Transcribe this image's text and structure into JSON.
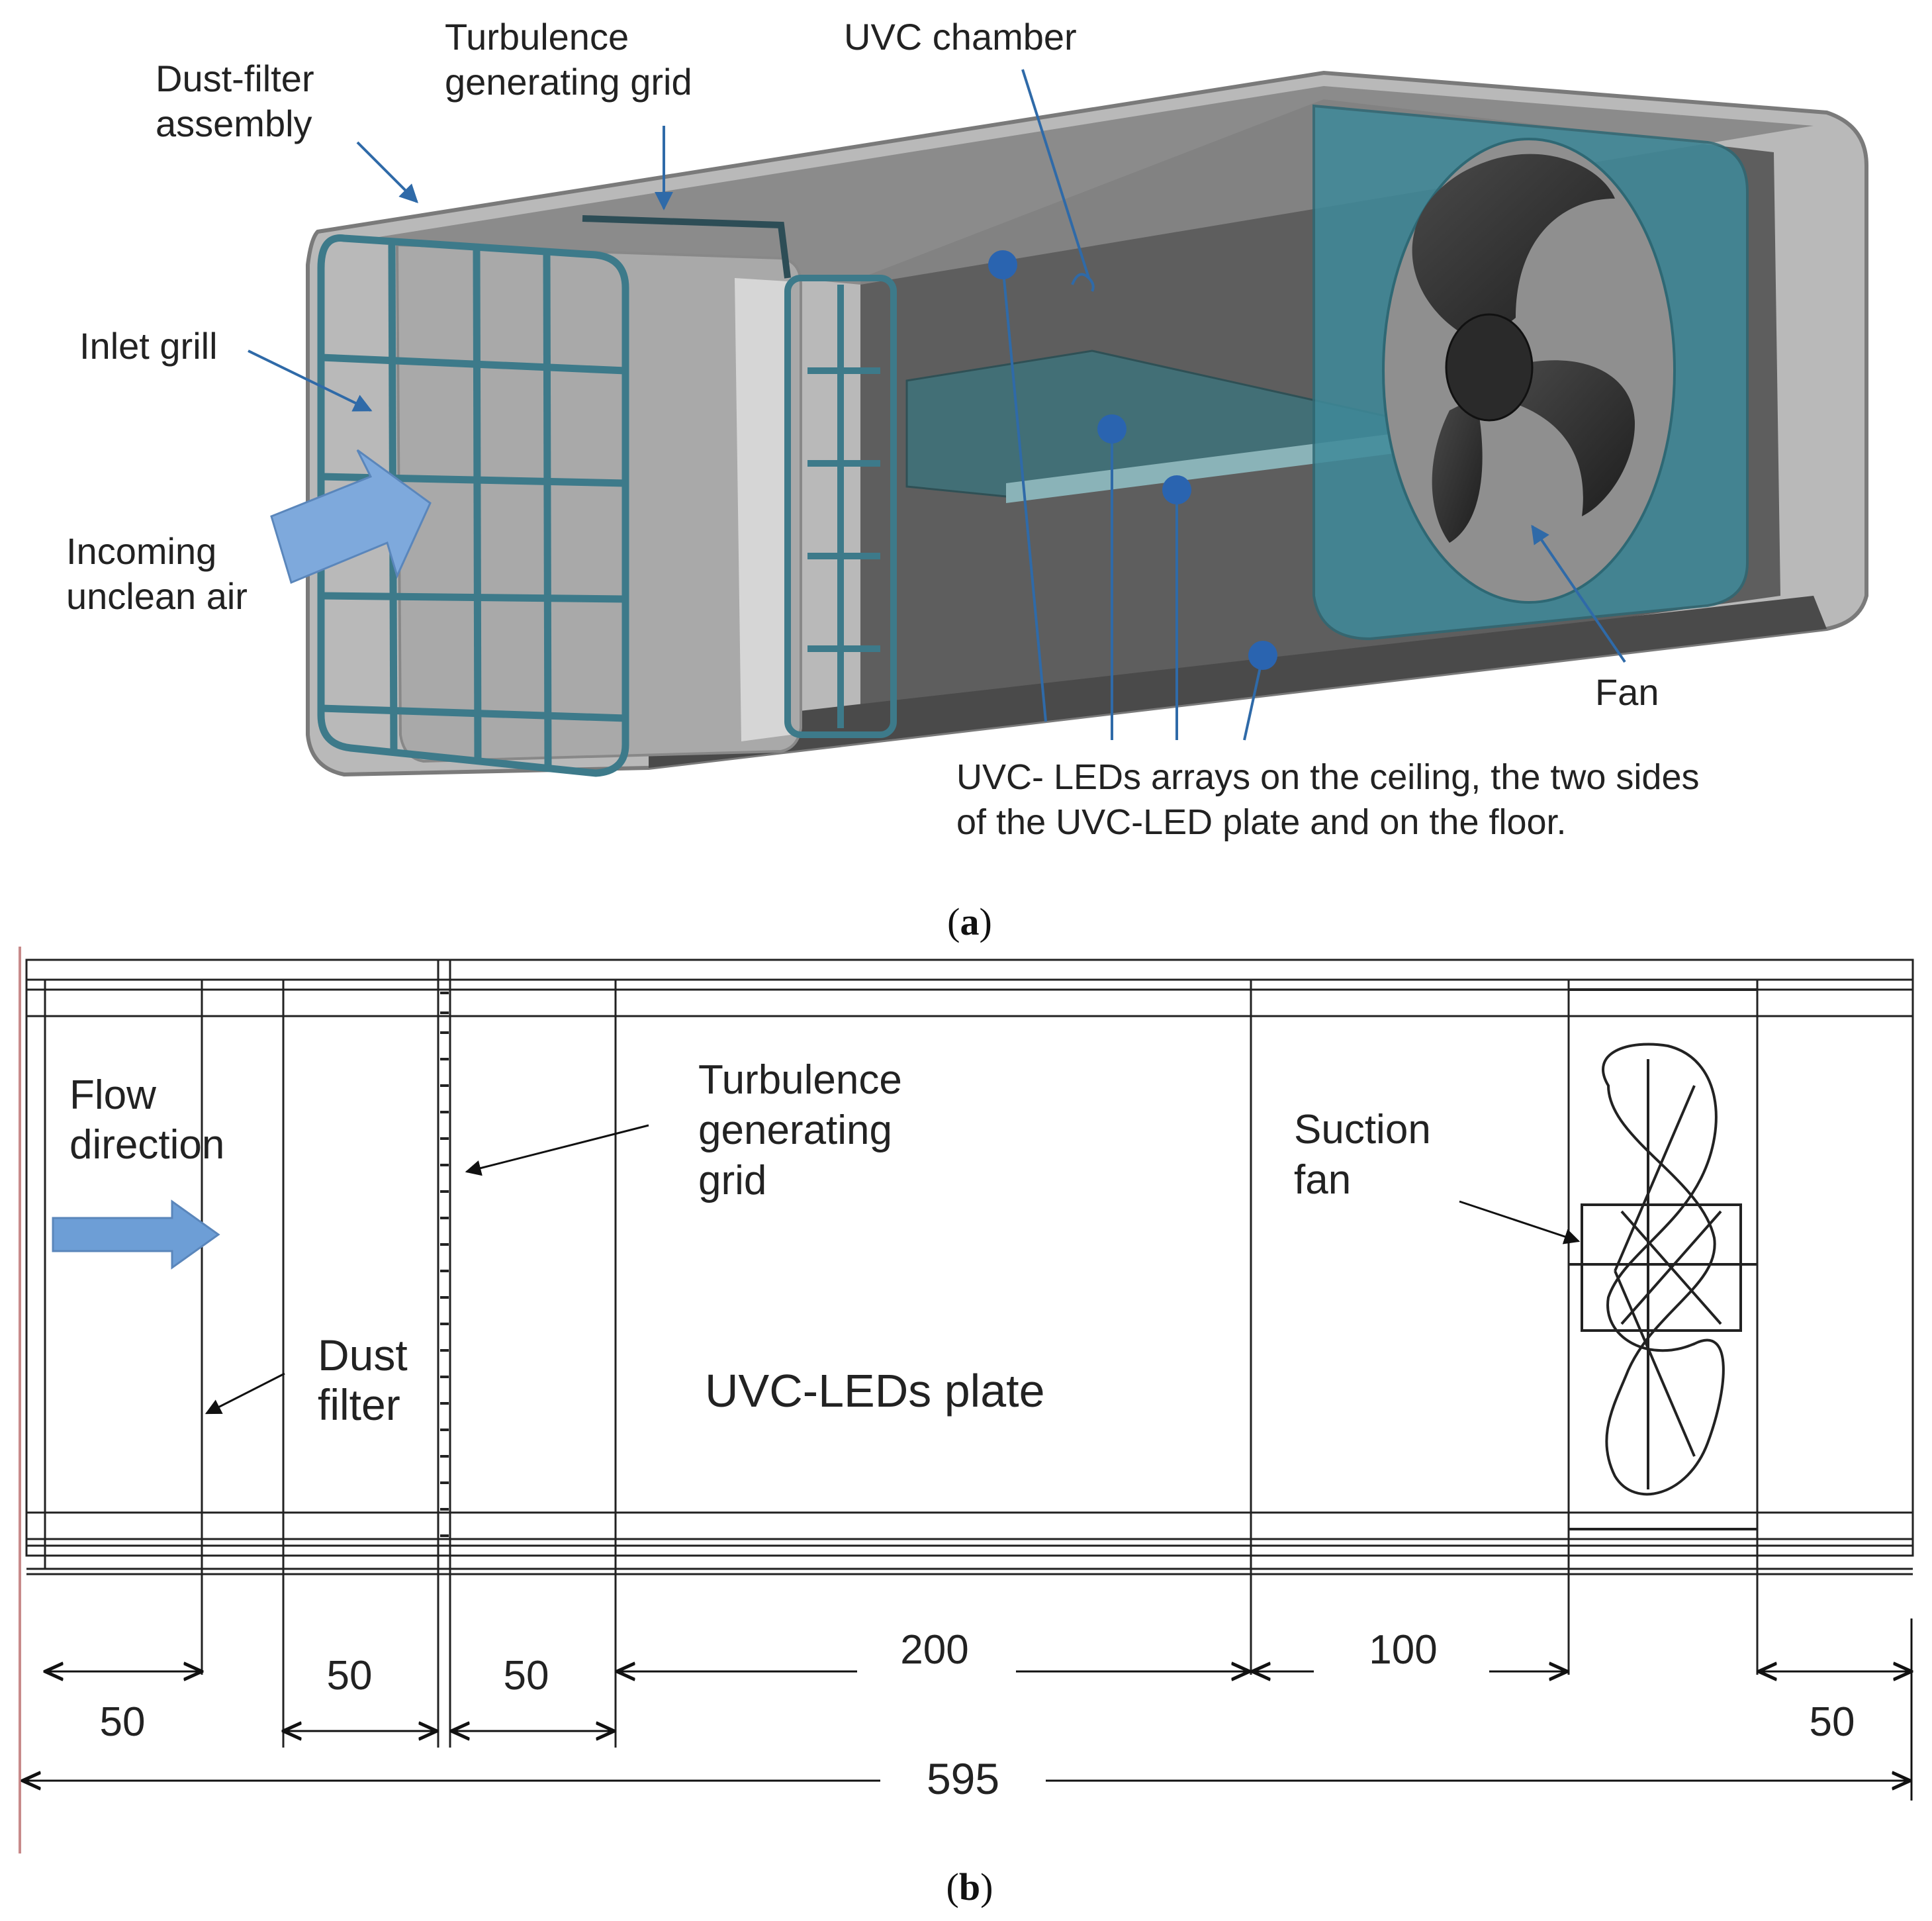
{
  "figure_a": {
    "caption_letter": "a",
    "labels": {
      "dust_filter_l1": "Dust-filter",
      "dust_filter_l2": "assembly",
      "turbulence_l1": "Turbulence",
      "turbulence_l2": "generating grid",
      "uvc_chamber": "UVC chamber",
      "inlet_grill": "Inlet grill",
      "incoming_l1": "Incoming",
      "incoming_l2": "unclean air",
      "fan": "Fan",
      "uvc_leds_l1": "UVC- LEDs arrays on the ceiling, the two sides",
      "uvc_leds_l2": "of the UVC-LED plate and on the floor."
    },
    "colors": {
      "leader": "#2f6aa8",
      "dot": "#2a64b0",
      "grill": "#3d7a8a",
      "arrow_fill": "#7ea9dc",
      "fan_frame": "#3f8a9a",
      "plate": "#426f76"
    }
  },
  "figure_b": {
    "caption_letter": "b",
    "labels": {
      "flow_l1": "Flow",
      "flow_l2": "direction",
      "dust_l1": "Dust",
      "dust_l2": "filter",
      "turb_l1": "Turbulence",
      "turb_l2": "generating",
      "turb_l3": "grid",
      "plate": "UVC-LEDs plate",
      "suction_l1": "Suction",
      "suction_l2": "fan"
    },
    "dimensions": {
      "d1": "50",
      "d2": "50",
      "d3": "50",
      "d4": "200",
      "d5": "100",
      "d6": "50",
      "total": "595"
    },
    "colors": {
      "line": "#222222",
      "flow_arrow": "#6d9ed6",
      "edge": "#c88a8a"
    }
  }
}
